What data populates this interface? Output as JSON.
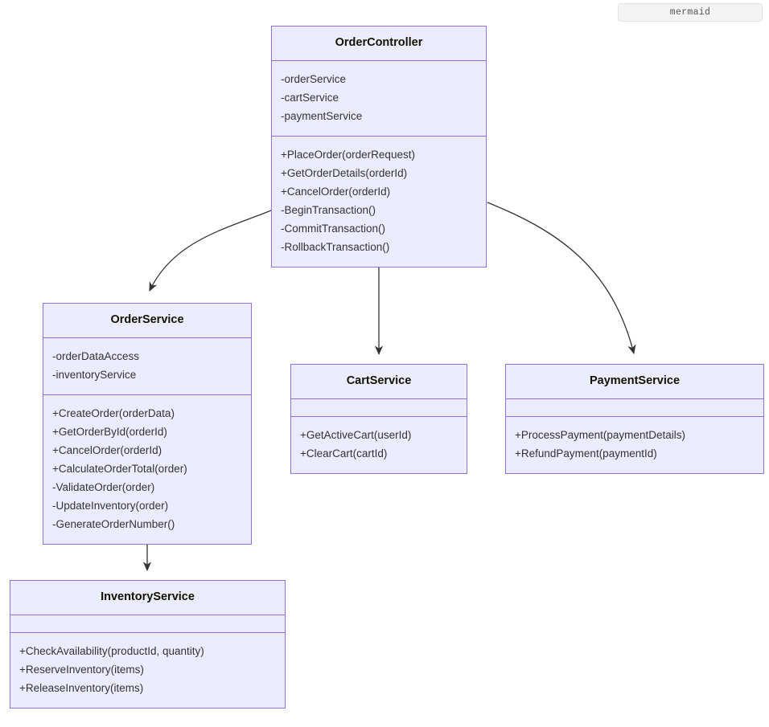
{
  "badge": {
    "label": "mermaid"
  },
  "diagram": {
    "type": "uml-class-diagram",
    "colors": {
      "node_fill": "#ECECFF",
      "node_border": "#9370DB",
      "text": "#333333",
      "title_text": "#131300",
      "edge": "#333333",
      "background": "#FFFFFF"
    },
    "classes": [
      {
        "id": "ordercontroller",
        "name": "OrderController",
        "attributes": [
          "-orderService",
          "-cartService",
          "-paymentService"
        ],
        "methods": [
          "+PlaceOrder(orderRequest)",
          "+GetOrderDetails(orderId)",
          "+CancelOrder(orderId)",
          "-BeginTransaction()",
          "-CommitTransaction()",
          "-RollbackTransaction()"
        ]
      },
      {
        "id": "orderservice",
        "name": "OrderService",
        "attributes": [
          "-orderDataAccess",
          "-inventoryService"
        ],
        "methods": [
          "+CreateOrder(orderData)",
          "+GetOrderById(orderId)",
          "+CancelOrder(orderId)",
          "+CalculateOrderTotal(order)",
          "-ValidateOrder(order)",
          "-UpdateInventory(order)",
          "-GenerateOrderNumber()"
        ]
      },
      {
        "id": "cartservice",
        "name": "CartService",
        "attributes": [],
        "methods": [
          "+GetActiveCart(userId)",
          "+ClearCart(cartId)"
        ]
      },
      {
        "id": "paymentservice",
        "name": "PaymentService",
        "attributes": [],
        "methods": [
          "+ProcessPayment(paymentDetails)",
          "+RefundPayment(paymentId)"
        ]
      },
      {
        "id": "inventoryservice",
        "name": "InventoryService",
        "attributes": [],
        "methods": [
          "+CheckAvailability(productId, quantity)",
          "+ReserveInventory(items)",
          "+ReleaseInventory(items)"
        ]
      }
    ],
    "relationships": [
      {
        "from": "OrderController",
        "to": "OrderService",
        "style": "curved-arrow"
      },
      {
        "from": "OrderController",
        "to": "CartService",
        "style": "straight-arrow"
      },
      {
        "from": "OrderController",
        "to": "PaymentService",
        "style": "curved-arrow"
      },
      {
        "from": "OrderService",
        "to": "InventoryService",
        "style": "straight-arrow"
      }
    ]
  }
}
